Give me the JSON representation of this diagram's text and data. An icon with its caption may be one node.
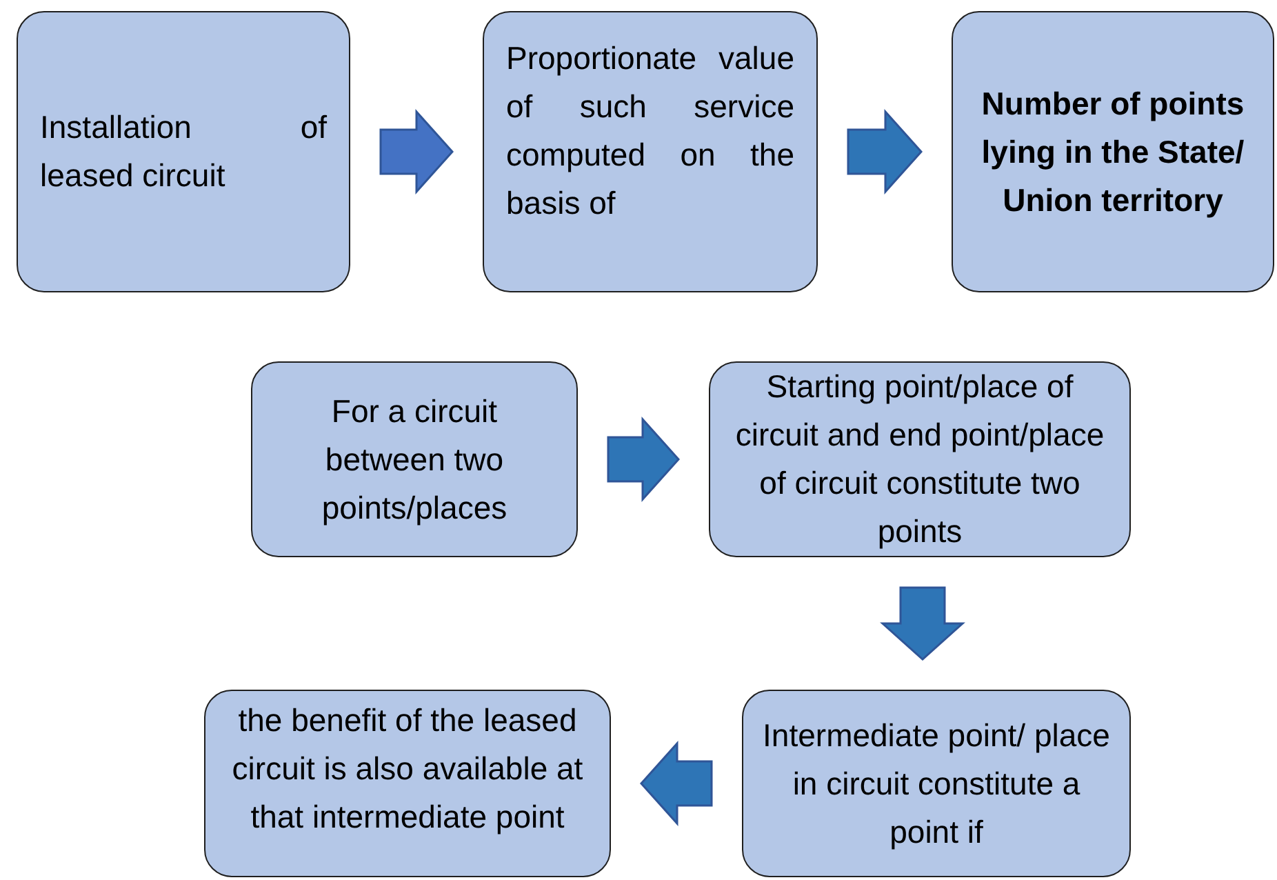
{
  "diagram": {
    "nodes": [
      {
        "text": [
          "Installation of leased circuit"
        ]
      },
      {
        "text": [
          "Proportionate value of such service computed on the basis of"
        ]
      },
      {
        "text": [
          "Number of points lying in the State/ Union territory"
        ]
      },
      {
        "text": [
          "For a circuit between two points/places"
        ]
      },
      {
        "text": [
          "Starting point/place of circuit and end point/place of circuit constitute two points"
        ]
      },
      {
        "text": [
          "Intermediate point/ place in circuit constitute a point if"
        ]
      },
      {
        "text": [
          "the benefit of the leased circuit is also available at that intermediate point"
        ]
      }
    ],
    "edges": [
      {
        "from": 0,
        "to": 1,
        "arrow": "to",
        "color": "#4472c4"
      },
      {
        "from": 1,
        "to": 2,
        "arrow": "to"
      },
      {
        "from": 3,
        "to": 4,
        "arrow": "to"
      },
      {
        "from": 4,
        "to": 5,
        "arrow": "to"
      },
      {
        "from": 5,
        "to": 6,
        "arrow": "to"
      }
    ]
  }
}
